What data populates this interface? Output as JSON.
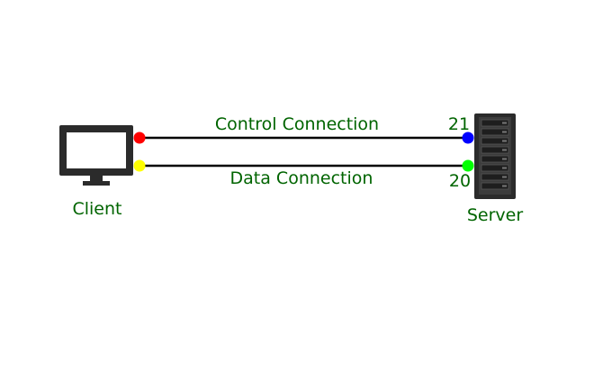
{
  "colors": {
    "text": "#006400",
    "line": "#000000",
    "device": "#2b2b2b",
    "control_client_dot": "#ff0000",
    "data_client_dot": "#ffff00",
    "control_server_dot": "#0000ff",
    "data_server_dot": "#00ff00"
  },
  "client": {
    "label": "Client",
    "icon": "monitor-icon"
  },
  "server": {
    "label": "Server",
    "icon": "server-rack-icon"
  },
  "connections": {
    "control": {
      "label": "Control Connection",
      "port": "21"
    },
    "data": {
      "label": "Data Connection",
      "port": "20"
    }
  }
}
